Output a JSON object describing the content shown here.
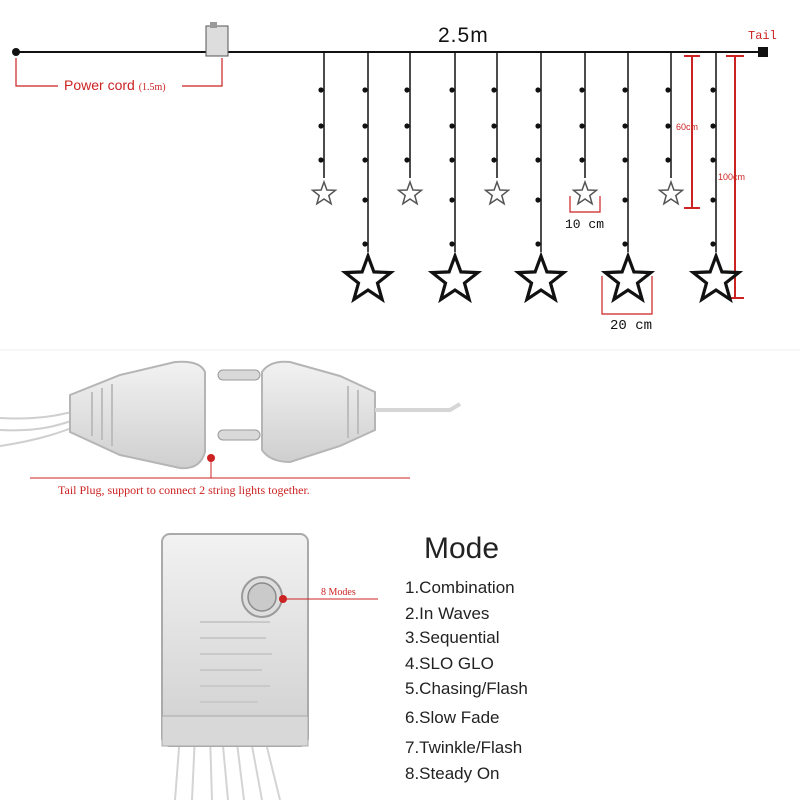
{
  "diagram": {
    "string_length": "2.5m",
    "tail_label": "Tail",
    "power_cord_label": "Power cord",
    "power_cord_length": "(1.5m)",
    "dim_60": "60cm",
    "dim_100": "100cm",
    "small_star_size": "10 cm",
    "large_star_size": "20 cm",
    "tail_plug_caption": "Tail Plug, support to connect 2 string lights together.",
    "modes_callout": "8 Modes"
  },
  "mode_panel": {
    "title": "Mode",
    "items": [
      "1.Combination",
      "2.In Waves",
      "3.Sequential",
      "4.SLO GLO",
      "5.Chasing/Flash",
      "6.Slow Fade",
      "7.Twinkle/Flash",
      "8.Steady On"
    ]
  },
  "colors": {
    "accent_red": "#cc2222",
    "wire": "#111111",
    "plastic": "#e6e6e6"
  }
}
